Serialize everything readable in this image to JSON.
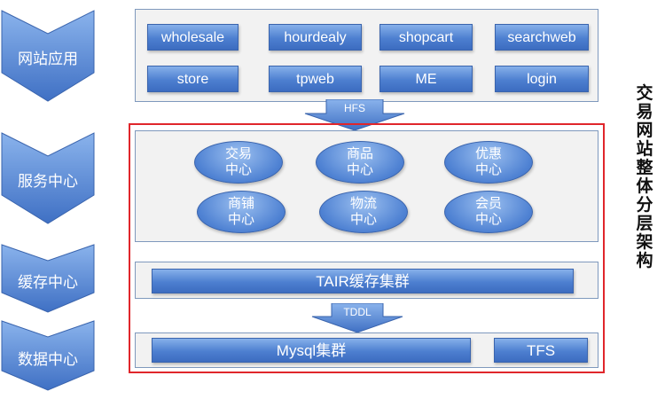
{
  "layers": {
    "app": "网站应用",
    "service": "服务中心",
    "cache": "缓存中心",
    "data": "数据中心"
  },
  "apps": [
    "wholesale",
    "hourdealy",
    "shopcart",
    "searchweb",
    "store",
    "tpweb",
    "ME",
    "login"
  ],
  "connectors": {
    "hfs": "HFS",
    "tddl": "TDDL"
  },
  "services": [
    {
      "line1": "交易",
      "line2": "中心"
    },
    {
      "line1": "商品",
      "line2": "中心"
    },
    {
      "line1": "优惠",
      "line2": "中心"
    },
    {
      "line1": "商铺",
      "line2": "中心"
    },
    {
      "line1": "物流",
      "line2": "中心"
    },
    {
      "line1": "会员",
      "line2": "中心"
    }
  ],
  "cache": {
    "tair": "TAIR缓存集群"
  },
  "storage": {
    "mysql": "Mysql集群",
    "tfs": "TFS"
  },
  "title_chars": [
    "交",
    "易",
    "网",
    "站",
    "整",
    "体",
    "分",
    "层",
    "架",
    "构"
  ],
  "colors": {
    "accent": "#4d7fd0",
    "highlight_border": "#e0262b"
  }
}
